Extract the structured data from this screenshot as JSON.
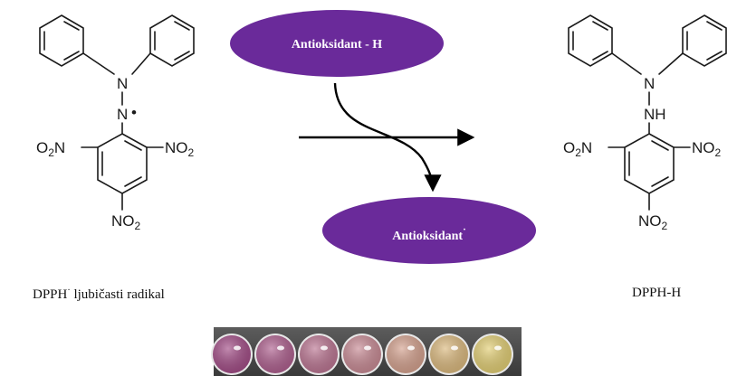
{
  "colors": {
    "ellipse_fill": "#6a2a9a",
    "ellipse_text": "#ffffff",
    "well_colors": [
      "#a24c86",
      "#ae5f8e",
      "#bb7592",
      "#c88a94",
      "#d4a18e",
      "#dbb97e",
      "#e2ce74"
    ]
  },
  "reagent": {
    "label": "Antioksidant - H"
  },
  "product": {
    "label": "Antioksidant",
    "radical_mark": "·"
  },
  "left_molecule": {
    "n_upper": "N",
    "n_lower": "N",
    "radical_dot": "•",
    "o2n": "O",
    "o2n_sub": "2",
    "o2n_n": "N",
    "no2_right_n": "NO",
    "no2_right_sub": "2",
    "no2_bottom_n": "NO",
    "no2_bottom_sub": "2",
    "caption": "DPPH",
    "caption_mark": "·",
    "caption_text": "ljubičasti radikal"
  },
  "right_molecule": {
    "n_upper": "N",
    "nh": "NH",
    "o2n": "O",
    "o2n_sub": "2",
    "o2n_n": "N",
    "no2_right_n": "NO",
    "no2_right_sub": "2",
    "no2_bottom_n": "NO",
    "no2_bottom_sub": "2",
    "caption": "DPPH-H"
  },
  "well_plate": {
    "well_count": 7
  }
}
